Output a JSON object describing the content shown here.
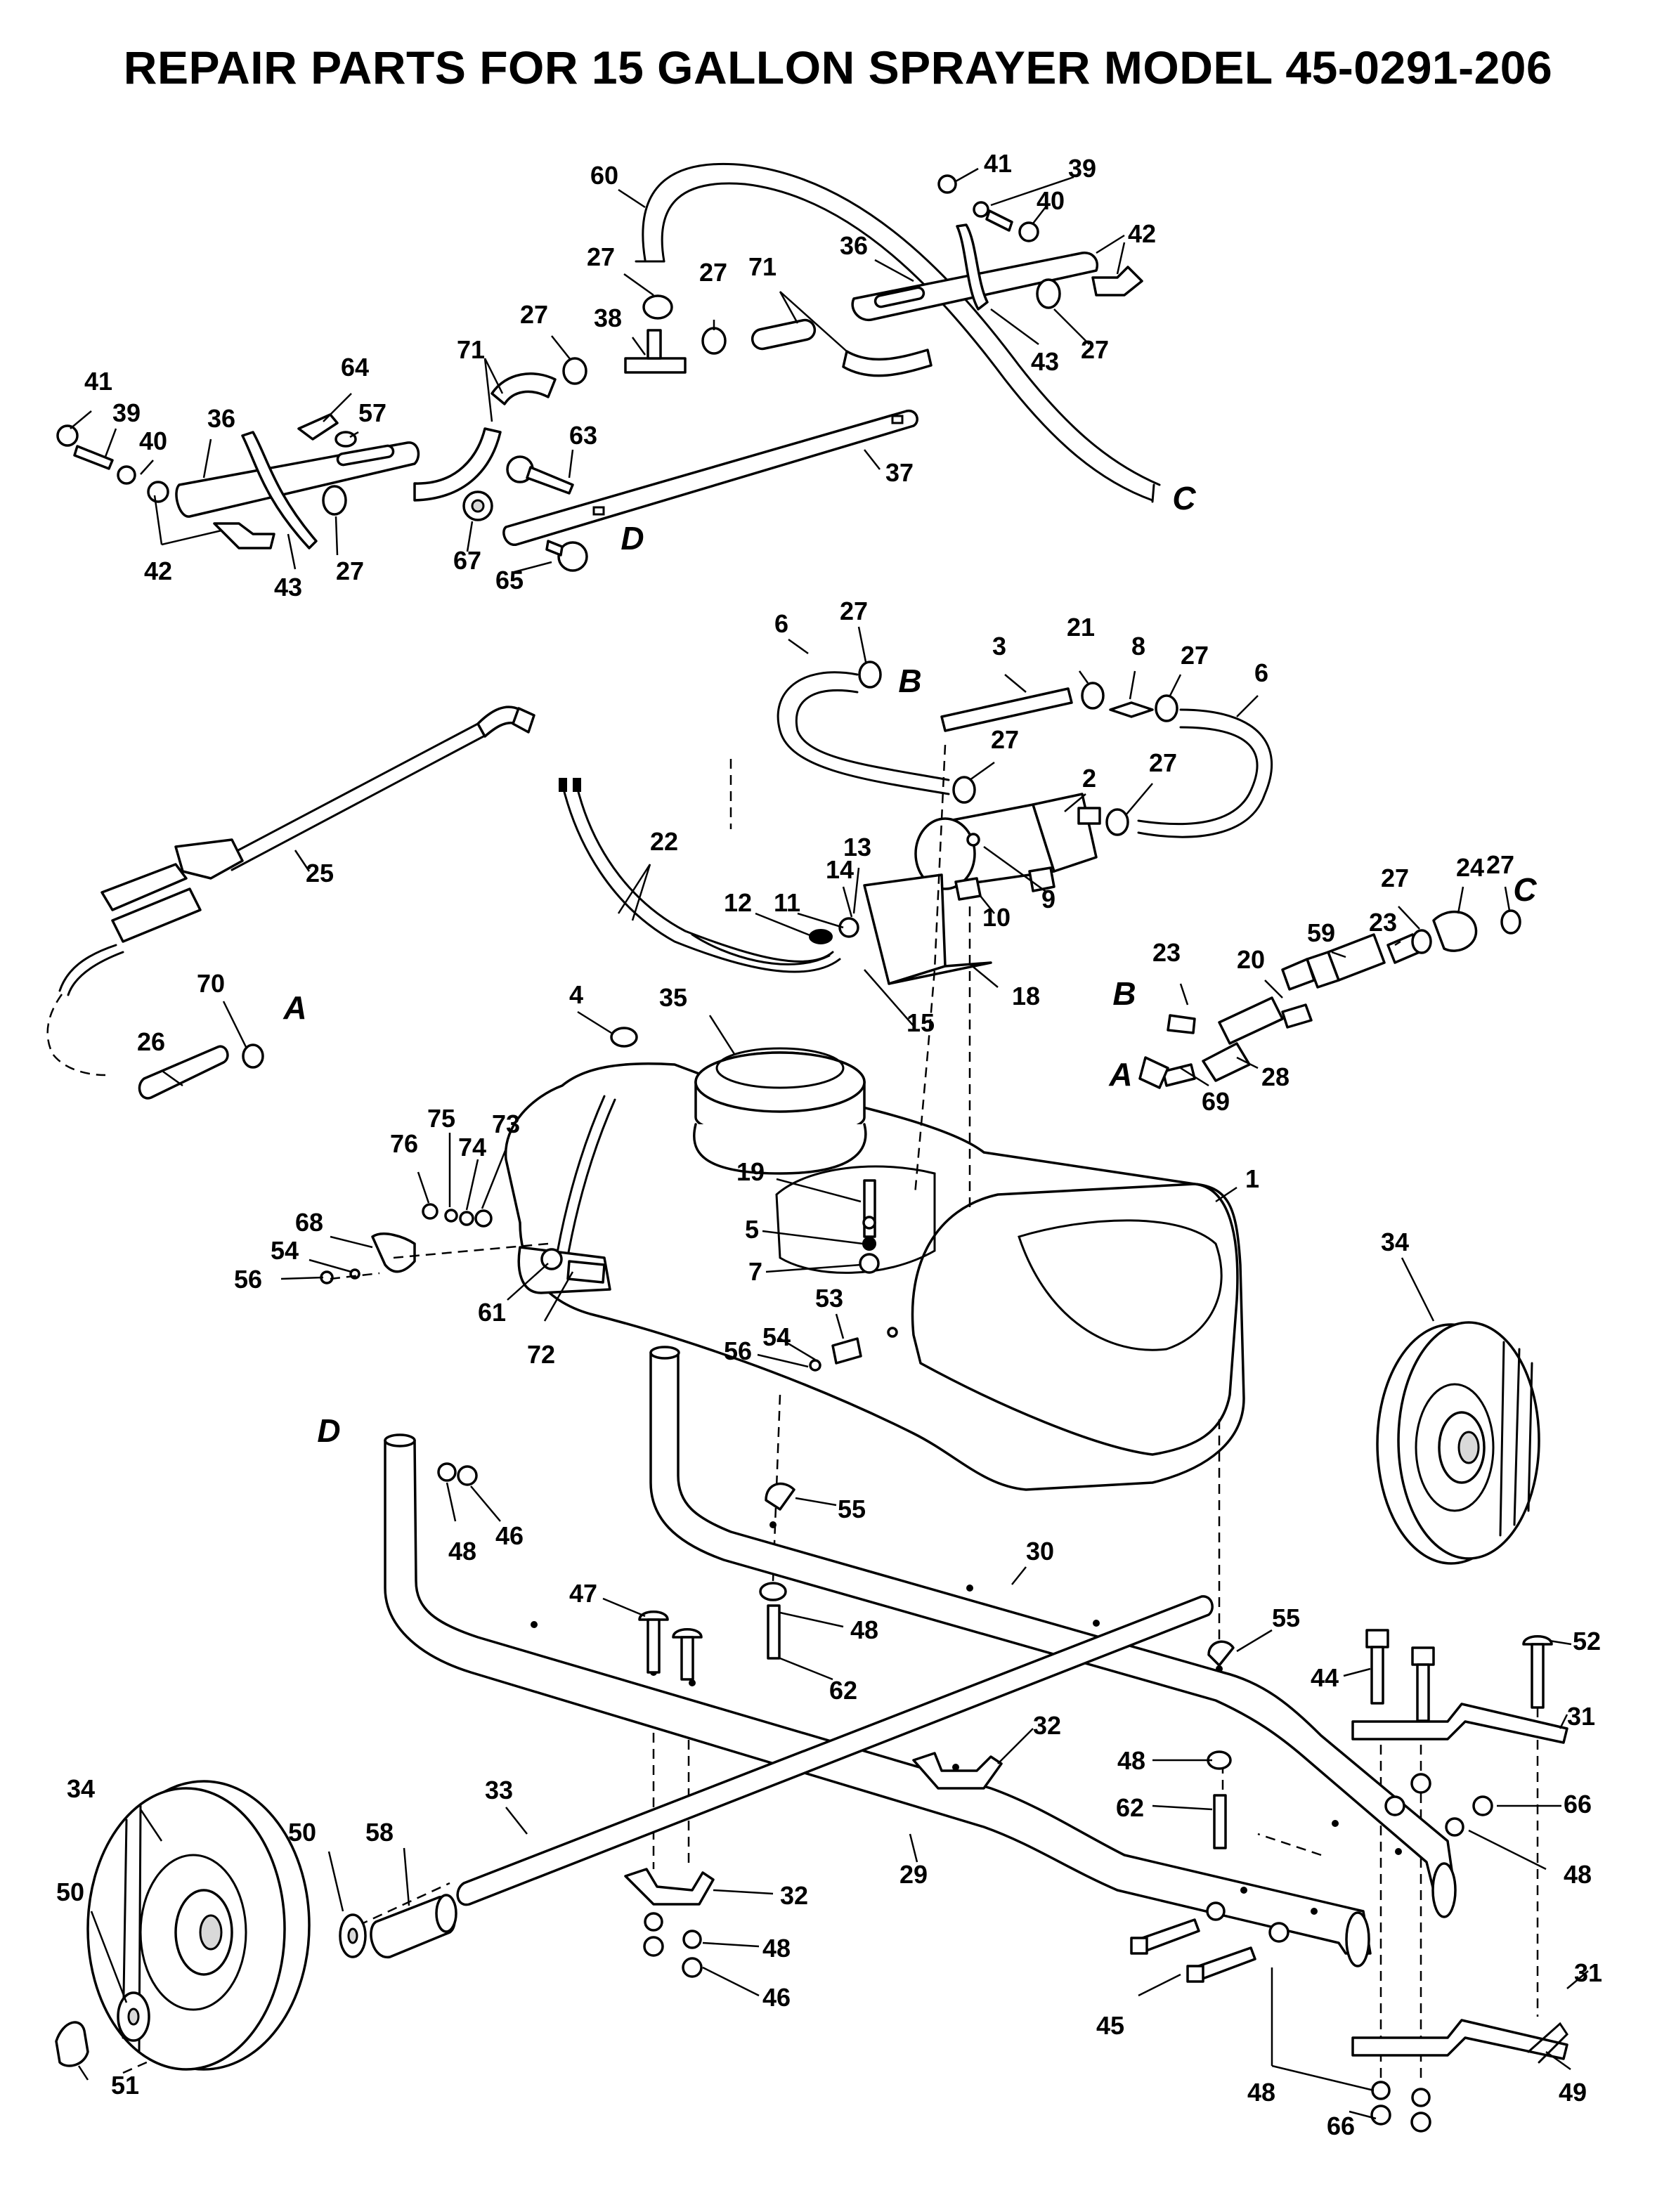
{
  "title": "REPAIR PARTS FOR 15 GALLON SPRAYER  MODEL 45-0291-206",
  "callouts": [
    {
      "id": "c60",
      "text": "60"
    },
    {
      "id": "c41a",
      "text": "41"
    },
    {
      "id": "c39a",
      "text": "39"
    },
    {
      "id": "c40a",
      "text": "40"
    },
    {
      "id": "c42a",
      "text": "42"
    },
    {
      "id": "c36a",
      "text": "36"
    },
    {
      "id": "c27a",
      "text": "27"
    },
    {
      "id": "c27b",
      "text": "27"
    },
    {
      "id": "c71a",
      "text": "71"
    },
    {
      "id": "c38",
      "text": "38"
    },
    {
      "id": "c27c",
      "text": "27"
    },
    {
      "id": "c43a",
      "text": "43"
    },
    {
      "id": "c27d",
      "text": "27"
    },
    {
      "id": "c71b",
      "text": "71"
    },
    {
      "id": "c64",
      "text": "64"
    },
    {
      "id": "c41b",
      "text": "41"
    },
    {
      "id": "c39b",
      "text": "39"
    },
    {
      "id": "c36b",
      "text": "36"
    },
    {
      "id": "c57",
      "text": "57"
    },
    {
      "id": "c40b",
      "text": "40"
    },
    {
      "id": "c63",
      "text": "63"
    },
    {
      "id": "c37",
      "text": "37"
    },
    {
      "id": "c42b",
      "text": "42"
    },
    {
      "id": "c43b",
      "text": "43"
    },
    {
      "id": "c27e",
      "text": "27"
    },
    {
      "id": "c67",
      "text": "67"
    },
    {
      "id": "c65",
      "text": "65"
    },
    {
      "id": "c6a",
      "text": "6"
    },
    {
      "id": "c27f",
      "text": "27"
    },
    {
      "id": "c3",
      "text": "3"
    },
    {
      "id": "c21",
      "text": "21"
    },
    {
      "id": "c8",
      "text": "8"
    },
    {
      "id": "c27g",
      "text": "27"
    },
    {
      "id": "c6b",
      "text": "6"
    },
    {
      "id": "c27h",
      "text": "27"
    },
    {
      "id": "c2",
      "text": "2"
    },
    {
      "id": "c27i",
      "text": "27"
    },
    {
      "id": "c9",
      "text": "9"
    },
    {
      "id": "c10",
      "text": "10"
    },
    {
      "id": "c25",
      "text": "25"
    },
    {
      "id": "c22",
      "text": "22"
    },
    {
      "id": "c14",
      "text": "14"
    },
    {
      "id": "c13",
      "text": "13"
    },
    {
      "id": "c11",
      "text": "11"
    },
    {
      "id": "c12",
      "text": "12"
    },
    {
      "id": "c18",
      "text": "18"
    },
    {
      "id": "c15",
      "text": "15"
    },
    {
      "id": "c27j",
      "text": "27"
    },
    {
      "id": "c24",
      "text": "24"
    },
    {
      "id": "c27k",
      "text": "27"
    },
    {
      "id": "c23a",
      "text": "23"
    },
    {
      "id": "c59",
      "text": "59"
    },
    {
      "id": "c23b",
      "text": "23"
    },
    {
      "id": "c20",
      "text": "20"
    },
    {
      "id": "c70",
      "text": "70"
    },
    {
      "id": "c4",
      "text": "4"
    },
    {
      "id": "c35",
      "text": "35"
    },
    {
      "id": "c26",
      "text": "26"
    },
    {
      "id": "c69",
      "text": "69"
    },
    {
      "id": "c28",
      "text": "28"
    },
    {
      "id": "c75",
      "text": "75"
    },
    {
      "id": "c73",
      "text": "73"
    },
    {
      "id": "c76",
      "text": "76"
    },
    {
      "id": "c74",
      "text": "74"
    },
    {
      "id": "c19",
      "text": "19"
    },
    {
      "id": "c1",
      "text": "1"
    },
    {
      "id": "c68",
      "text": "68"
    },
    {
      "id": "c5",
      "text": "5"
    },
    {
      "id": "c54a",
      "text": "54"
    },
    {
      "id": "c56a",
      "text": "56"
    },
    {
      "id": "c7",
      "text": "7"
    },
    {
      "id": "c34a",
      "text": "34"
    },
    {
      "id": "c61",
      "text": "61"
    },
    {
      "id": "c53",
      "text": "53"
    },
    {
      "id": "c72",
      "text": "72"
    },
    {
      "id": "c54b",
      "text": "54"
    },
    {
      "id": "c56b",
      "text": "56"
    },
    {
      "id": "c55a",
      "text": "55"
    },
    {
      "id": "c48a",
      "text": "48"
    },
    {
      "id": "c46a",
      "text": "46"
    },
    {
      "id": "c30",
      "text": "30"
    },
    {
      "id": "c47",
      "text": "47"
    },
    {
      "id": "c48b",
      "text": "48"
    },
    {
      "id": "c55b",
      "text": "55"
    },
    {
      "id": "c52",
      "text": "52"
    },
    {
      "id": "c62a",
      "text": "62"
    },
    {
      "id": "c44",
      "text": "44"
    },
    {
      "id": "c31a",
      "text": "31"
    },
    {
      "id": "c32a",
      "text": "32"
    },
    {
      "id": "c48c",
      "text": "48"
    },
    {
      "id": "c66a",
      "text": "66"
    },
    {
      "id": "c62b",
      "text": "62"
    },
    {
      "id": "c48d",
      "text": "48"
    },
    {
      "id": "c34b",
      "text": "34"
    },
    {
      "id": "c33",
      "text": "33"
    },
    {
      "id": "c50a",
      "text": "50"
    },
    {
      "id": "c58",
      "text": "58"
    },
    {
      "id": "c50b",
      "text": "50"
    },
    {
      "id": "c32b",
      "text": "32"
    },
    {
      "id": "c29",
      "text": "29"
    },
    {
      "id": "c48e",
      "text": "48"
    },
    {
      "id": "c31b",
      "text": "31"
    },
    {
      "id": "c46b",
      "text": "46"
    },
    {
      "id": "c45",
      "text": "45"
    },
    {
      "id": "c51",
      "text": "51"
    },
    {
      "id": "c48f",
      "text": "48"
    },
    {
      "id": "c66b",
      "text": "66"
    },
    {
      "id": "c49",
      "text": "49"
    }
  ],
  "connection_refs": [
    {
      "id": "rC1",
      "text": "C"
    },
    {
      "id": "rD1",
      "text": "D"
    },
    {
      "id": "rB1",
      "text": "B"
    },
    {
      "id": "rC2",
      "text": "C"
    },
    {
      "id": "rA1",
      "text": "A"
    },
    {
      "id": "rB2",
      "text": "B"
    },
    {
      "id": "rA2",
      "text": "A"
    },
    {
      "id": "rD2",
      "text": "D"
    }
  ]
}
